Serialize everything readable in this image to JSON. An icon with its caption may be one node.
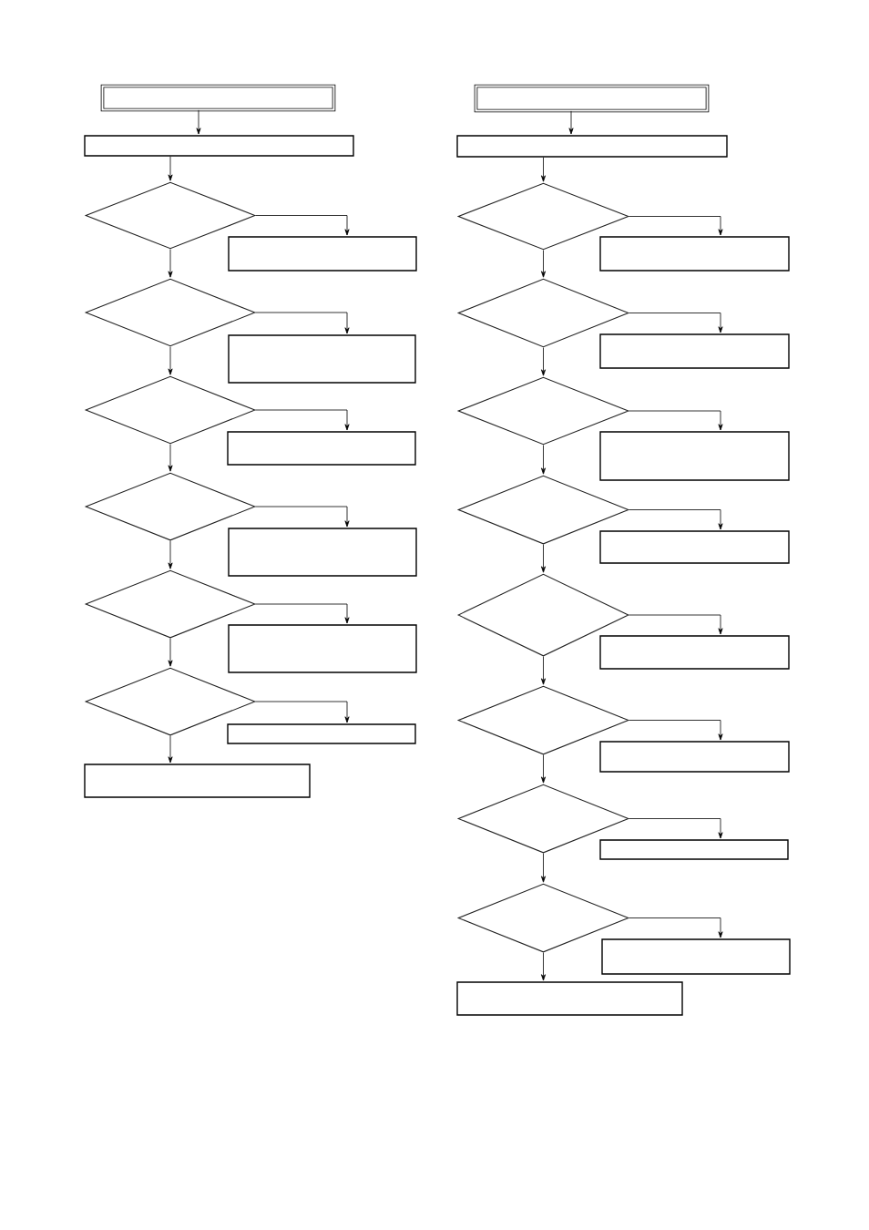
{
  "diagram": {
    "nodes": [
      {
        "text": [],
        "shape": "box"
      },
      {
        "text": [],
        "shape": "box"
      },
      {
        "text": [],
        "shape": "diamond"
      },
      {
        "text": [],
        "shape": "box"
      },
      {
        "text": [],
        "shape": "diamond"
      },
      {
        "text": [],
        "shape": "box"
      },
      {
        "text": [],
        "shape": "diamond"
      },
      {
        "text": [],
        "shape": "box"
      },
      {
        "text": [],
        "shape": "diamond"
      },
      {
        "text": [],
        "shape": "box"
      },
      {
        "text": [],
        "shape": "diamond"
      },
      {
        "text": [],
        "shape": "box"
      },
      {
        "text": [],
        "shape": "diamond"
      },
      {
        "text": [],
        "shape": "box"
      },
      {
        "text": [],
        "shape": "box"
      },
      {
        "text": [],
        "shape": "box"
      },
      {
        "text": [],
        "shape": "box"
      },
      {
        "text": [],
        "shape": "diamond"
      },
      {
        "text": [],
        "shape": "box"
      },
      {
        "text": [],
        "shape": "diamond"
      },
      {
        "text": [],
        "shape": "box"
      },
      {
        "text": [],
        "shape": "diamond"
      },
      {
        "text": [],
        "shape": "box"
      },
      {
        "text": [],
        "shape": "diamond"
      },
      {
        "text": [],
        "shape": "box"
      },
      {
        "text": [],
        "shape": "diamond"
      },
      {
        "text": [],
        "shape": "box"
      },
      {
        "text": [],
        "shape": "diamond"
      },
      {
        "text": [],
        "shape": "box"
      },
      {
        "text": [],
        "shape": "diamond"
      },
      {
        "text": [],
        "shape": "box"
      },
      {
        "text": [],
        "shape": "diamond"
      },
      {
        "text": [],
        "shape": "box"
      },
      {
        "text": [],
        "shape": "box"
      }
    ],
    "edges": [
      {
        "from": 0,
        "to": 1,
        "arrow": "to"
      },
      {
        "from": 1,
        "to": 2,
        "arrow": "to"
      },
      {
        "from": 2,
        "to": 3,
        "arrow": "to"
      },
      {
        "from": 2,
        "to": 4,
        "arrow": "to"
      },
      {
        "from": 4,
        "to": 5,
        "arrow": "to"
      },
      {
        "from": 4,
        "to": 6,
        "arrow": "to"
      },
      {
        "from": 6,
        "to": 7,
        "arrow": "to"
      },
      {
        "from": 6,
        "to": 8,
        "arrow": "to"
      },
      {
        "from": 8,
        "to": 9,
        "arrow": "to"
      },
      {
        "from": 8,
        "to": 10,
        "arrow": "to"
      },
      {
        "from": 10,
        "to": 11,
        "arrow": "to"
      },
      {
        "from": 10,
        "to": 12,
        "arrow": "to"
      },
      {
        "from": 12,
        "to": 13,
        "arrow": "to"
      },
      {
        "from": 12,
        "to": 14,
        "arrow": "to"
      },
      {
        "from": 15,
        "to": 16,
        "arrow": "to"
      },
      {
        "from": 16,
        "to": 17,
        "arrow": "to"
      },
      {
        "from": 17,
        "to": 18,
        "arrow": "to"
      },
      {
        "from": 17,
        "to": 19,
        "arrow": "to"
      },
      {
        "from": 19,
        "to": 20,
        "arrow": "to"
      },
      {
        "from": 19,
        "to": 21,
        "arrow": "to"
      },
      {
        "from": 21,
        "to": 22,
        "arrow": "to"
      },
      {
        "from": 21,
        "to": 23,
        "arrow": "to"
      },
      {
        "from": 23,
        "to": 24,
        "arrow": "to"
      },
      {
        "from": 23,
        "to": 25,
        "arrow": "to"
      },
      {
        "from": 25,
        "to": 26,
        "arrow": "to"
      },
      {
        "from": 25,
        "to": 27,
        "arrow": "to"
      },
      {
        "from": 27,
        "to": 28,
        "arrow": "to"
      },
      {
        "from": 27,
        "to": 29,
        "arrow": "to"
      },
      {
        "from": 29,
        "to": 30,
        "arrow": "to"
      },
      {
        "from": 29,
        "to": 31,
        "arrow": "to"
      },
      {
        "from": 31,
        "to": 32,
        "arrow": "to"
      },
      {
        "from": 31,
        "to": 33,
        "arrow": "to"
      }
    ]
  }
}
